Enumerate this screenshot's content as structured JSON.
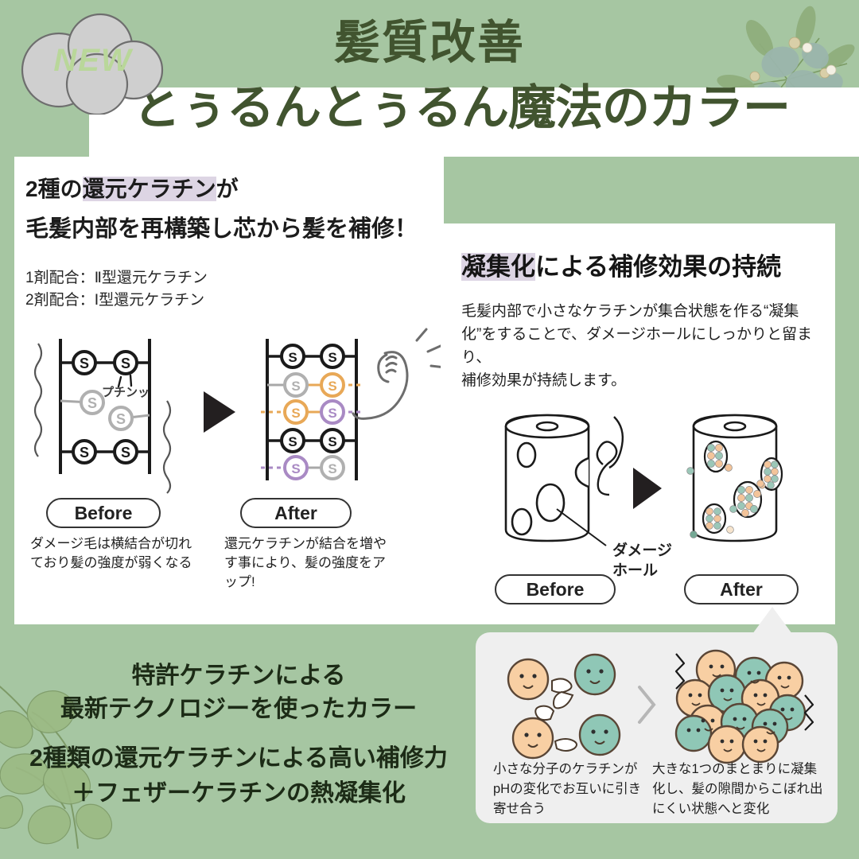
{
  "colors": {
    "bg_green": "#a6c6a2",
    "title_green": "#41542f",
    "panel_white": "#ffffff",
    "highlight_lavender": "#ddd5e4",
    "badge_gray": "#cfcfcf",
    "badge_text_green": "#b9d79a",
    "gray_panel": "#efefef",
    "keratin_orange": "#f3c49a",
    "keratin_teal": "#90c4b4",
    "bond_orange": "#e8a857",
    "bond_purple": "#a98ac4",
    "bond_gray": "#a8a8a8",
    "bond_black": "#1a1a1a"
  },
  "header": {
    "badge_label": "NEW",
    "title_main": "髪質改善",
    "title_sub": "とぅるんとぅるん魔法のカラー"
  },
  "left_panel": {
    "lead_line1_pre": "2種の",
    "lead_line1_hl": "還元ケラチン",
    "lead_line1_post": "が",
    "lead_line2": "毛髪内部を再構築し芯から髪を補修！",
    "spec_1": "1剤配合：Ⅱ型還元ケラチン",
    "spec_2": "2剤配合：Ⅰ型還元ケラチン",
    "sfx_snap": "プチンッ",
    "before_pill": "Before",
    "after_pill": "After",
    "before_caption": "ダメージ毛は横結合が切れており髪の強度が弱くなる",
    "after_caption": "還元ケラチンが結合を増やす事により、髪の強度をアップ!",
    "bond_letter": "S"
  },
  "right_panel": {
    "title_hl": "凝集化",
    "title_rest": "による補修効果の持続",
    "body": "毛髪内部で小さなケラチンが集合状態を作る“凝集化”をすることで、ダメージホールにしっかりと留まり、\n補修効果が持続します。",
    "damage_label_line1": "ダメージ",
    "damage_label_line2": "ホール",
    "before_pill": "Before",
    "after_pill": "After"
  },
  "bottom_text": {
    "line1": "特許ケラチンによる",
    "line2": "最新テクノロジーを使ったカラー",
    "line3": "2種類の還元ケラチンによる高い補修力",
    "line4": "＋フェザーケラチンの熱凝集化"
  },
  "gray_callout": {
    "caption_left": "小さな分子のケラチンがpHの変化でお互いに引き寄せ合う",
    "caption_right": "大きな1つのまとまりに凝集化し、髪の隙間からこぼれ出にくい状態へと変化"
  }
}
